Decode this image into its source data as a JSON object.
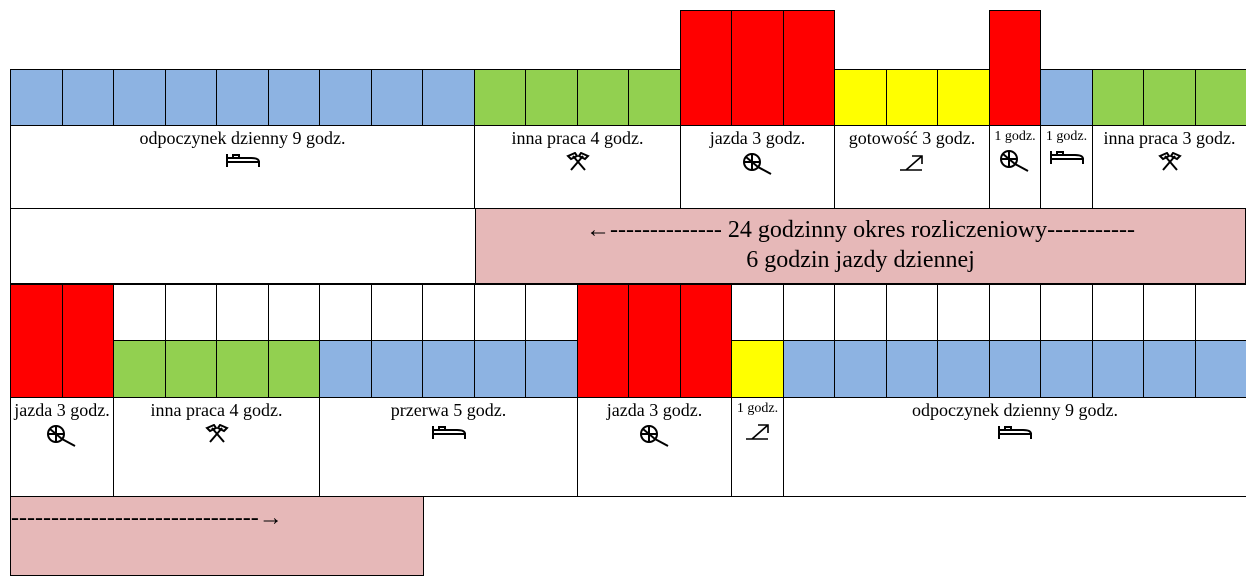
{
  "colors": {
    "rest": "#8db3e2",
    "work": "#92d050",
    "driving": "#ff0000",
    "availability": "#ffff00",
    "band": "#e6b8b8"
  },
  "day1": {
    "sequence": [
      "rest",
      "rest",
      "rest",
      "rest",
      "rest",
      "rest",
      "rest",
      "rest",
      "rest",
      "work",
      "work",
      "work",
      "work",
      "driving",
      "driving",
      "driving",
      "availability",
      "availability",
      "availability",
      "driving",
      "rest",
      "work",
      "work",
      "work"
    ],
    "labels": [
      {
        "text": "odpoczynek dzienny 9 godz.",
        "icon": "bed-icon"
      },
      {
        "text": "inna praca 4 godz.",
        "icon": "hammers-icon"
      },
      {
        "text": "jazda 3 godz.",
        "icon": "steering-wheel-icon"
      },
      {
        "text": "gotowość 3 godz.",
        "icon": "availability-arrow-icon"
      },
      {
        "text": "1 godz.",
        "icon": "steering-wheel-icon"
      },
      {
        "text": "1 godz.",
        "icon": "bed-icon"
      },
      {
        "text": "inna praca 3 godz.",
        "icon": "hammers-icon"
      }
    ]
  },
  "band": {
    "line1": "←-------------- 24 godzinny okres rozliczeniowy-----------",
    "line2": "6 godzin jazdy dziennej",
    "line3": "-------------------------------→"
  },
  "day2": {
    "sequence": [
      "driving",
      "driving",
      "work",
      "work",
      "work",
      "work",
      "rest",
      "rest",
      "rest",
      "rest",
      "rest",
      "driving",
      "driving",
      "driving",
      "availability",
      "rest",
      "rest",
      "rest",
      "rest",
      "rest",
      "rest",
      "rest",
      "rest",
      "rest"
    ],
    "labels": [
      {
        "text": "jazda 3 godz.",
        "icon": "steering-wheel-icon"
      },
      {
        "text": "inna praca 4 godz.",
        "icon": "hammers-icon"
      },
      {
        "text": "przerwa 5 godz.",
        "icon": "bed-icon"
      },
      {
        "text": "jazda 3 godz.",
        "icon": "steering-wheel-icon"
      },
      {
        "text": "1 godz.",
        "icon": "availability-arrow-icon"
      },
      {
        "text": "odpoczynek dzienny 9 godz.",
        "icon": "bed-icon"
      }
    ]
  }
}
